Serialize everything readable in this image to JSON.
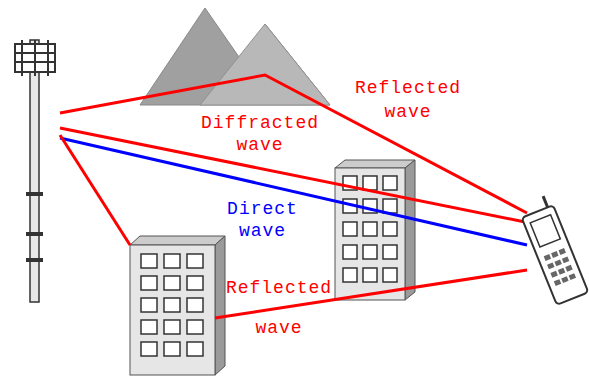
{
  "diagram": {
    "labels": [
      "Reflected wave",
      "Diffracted wave",
      "Direct wave",
      "Reflected wave"
    ]
  }
}
